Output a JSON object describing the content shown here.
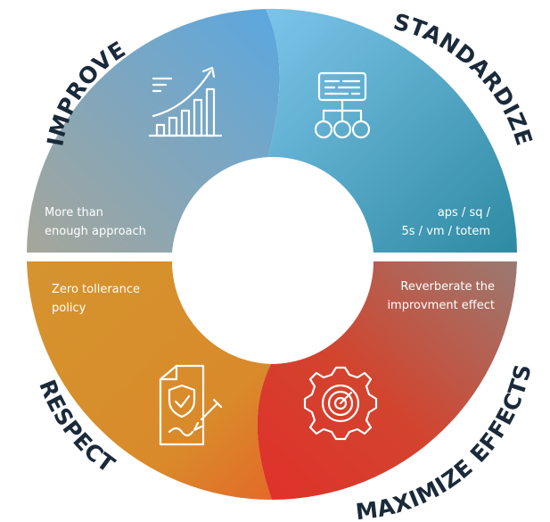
{
  "segments": [
    {
      "title": "IMPROVE",
      "text_lines": [
        "More than",
        "enough approach"
      ]
    },
    {
      "title": "STANDARDIZE",
      "text_lines": [
        "aps / sq /",
        "5s / vm / totem"
      ]
    },
    {
      "title": "MAXIMIZE EFFECTS",
      "text_lines": [
        "Reverberate the",
        "improvment effect"
      ]
    },
    {
      "title": "RESPECT",
      "text_lines": [
        "Zero tollerance",
        "policy"
      ]
    }
  ],
  "icons": {
    "improve": "growth-chart-icon",
    "standardize": "hierarchy-board-icon",
    "maximize": "gear-target-icon",
    "respect": "signed-document-shield-icon"
  },
  "colors": {
    "improve": [
      "#a6a69a",
      "#5aa7e0"
    ],
    "standardize": [
      "#7cc4ea",
      "#2e8aa2"
    ],
    "maximize": [
      "#9a7a72",
      "#e0302a"
    ],
    "respect": [
      "#d4942e",
      "#e36a28"
    ],
    "title_text": "#1a2a3a"
  }
}
